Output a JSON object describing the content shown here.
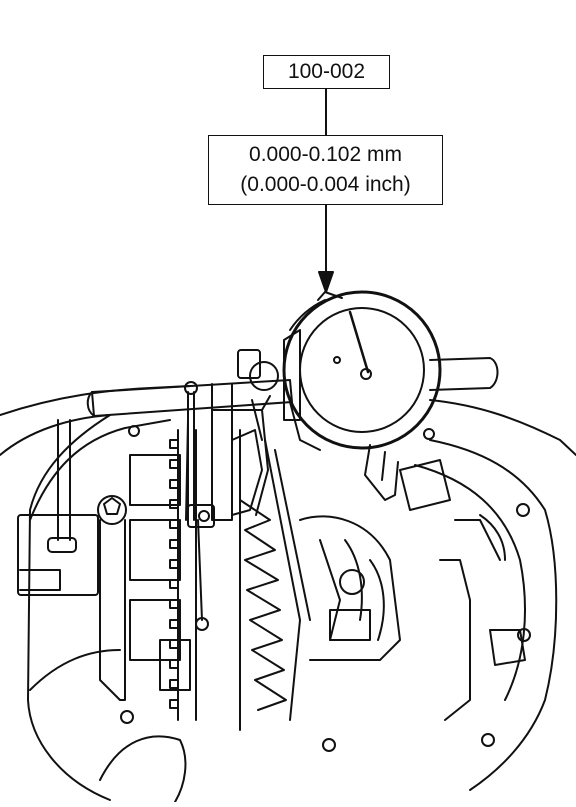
{
  "diagram": {
    "tool_label": "100-002",
    "spec_line_1": "0.000-0.102 mm",
    "spec_line_2": "(0.000-0.004 inch)"
  },
  "colors": {
    "ink": "#111111",
    "paper": "#ffffff"
  },
  "icons": [
    "dial-indicator-icon",
    "differential-housing-icon",
    "ring-gear-icon"
  ]
}
